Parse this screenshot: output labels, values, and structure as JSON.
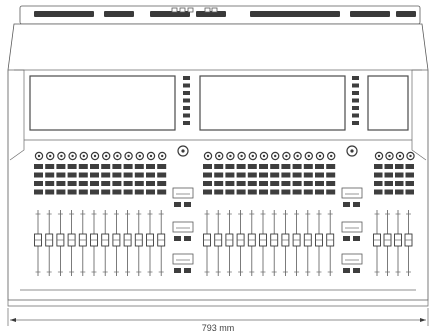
{
  "dimension": {
    "width_label": "793 mm"
  },
  "layout": {
    "left_fader_count": 12,
    "right_fader_count": 12,
    "master_fader_count": 4,
    "left_knob_count": 12,
    "right_knob_count": 12,
    "master_knob_count": 4,
    "button_rows": 4,
    "screens": 3
  },
  "colors": {
    "outline": "#5a5a5a",
    "dark": "#3a3a3a",
    "background": "#ffffff"
  }
}
